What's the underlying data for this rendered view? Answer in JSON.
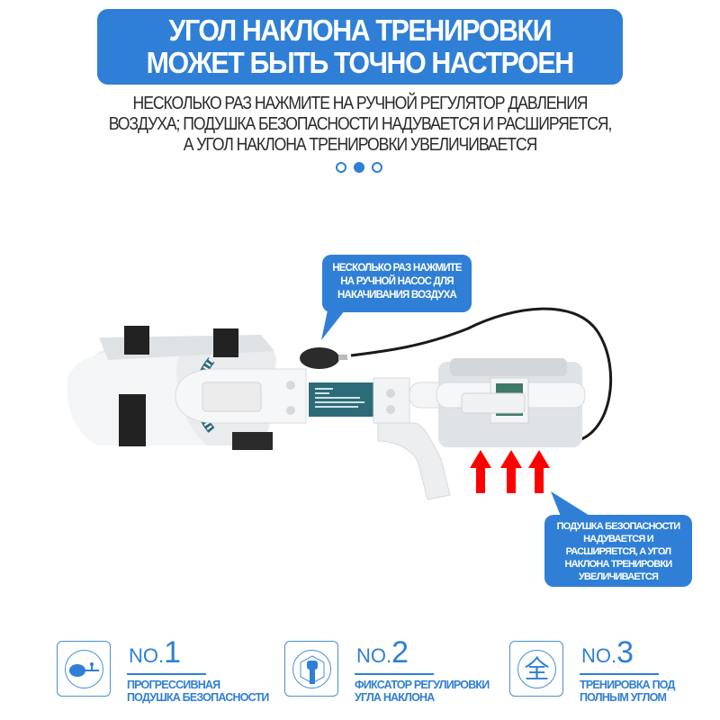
{
  "header": {
    "title_lines": [
      "УГОЛ НАКЛОНА ТРЕНИРОВКИ",
      "МОЖЕТ БЫТЬ ТОЧНО НАСТРОЕН"
    ],
    "subtitle_lines": [
      "НЕСКОЛЬКО РАЗ НАЖМИТЕ НА РУЧНОЙ РЕГУЛЯТОР ДАВЛЕНИЯ",
      "ВОЗДУХА; ПОДУШКА БЕЗОПАСНОСТИ НАДУВАЕТСЯ И РАСШИРЯЕТСЯ,",
      "А УГОЛ НАКЛОНА ТРЕНИРОВКИ УВЕЛИЧИВАЕТСЯ"
    ]
  },
  "carousel": {
    "total": 3,
    "active_index": 1
  },
  "colors": {
    "accent": "#2f7fd6",
    "arrow": "#ff0000",
    "hose": "#1a1a1a",
    "label_panel": "#2e6b78"
  },
  "callouts": {
    "pump": [
      "НЕСКОЛЬКО РАЗ НАЖМИТЕ",
      "НА РУЧНОЙ НАСОС ДЛЯ",
      "НАКАЧИВАНИЯ ВОЗДУХА"
    ],
    "airbag": [
      "ПОДУШКА БЕЗОПАСНОСТИ",
      "НАДУВАЕТСЯ И",
      "РАСШИРЯЕТСЯ, А УГОЛ",
      "НАКЛОНА ТРЕНИРОВКИ",
      "УВЕЛИЧИВАЕТСЯ"
    ]
  },
  "product": {
    "arrows_count": 3,
    "arrow_direction": "up"
  },
  "features": [
    {
      "prefix": "NO.",
      "number": "1",
      "icon": "air-bulb-icon",
      "text_lines": [
        "ПРОГРЕССИВНАЯ",
        "ПОДУШКА БЕЗОПАСНОСТИ"
      ]
    },
    {
      "prefix": "NO.",
      "number": "2",
      "icon": "lock-knob-icon",
      "text_lines": [
        "ФИКСАТОР РЕГУЛИРОВКИ",
        "УГЛА НАКЛОНА"
      ]
    },
    {
      "prefix": "NO.",
      "number": "3",
      "icon": "full-angle-icon",
      "glyph": "全",
      "text_lines": [
        "ТРЕНИРОВКА ПОД",
        "ПОЛНЫМ УГЛОМ"
      ]
    }
  ]
}
